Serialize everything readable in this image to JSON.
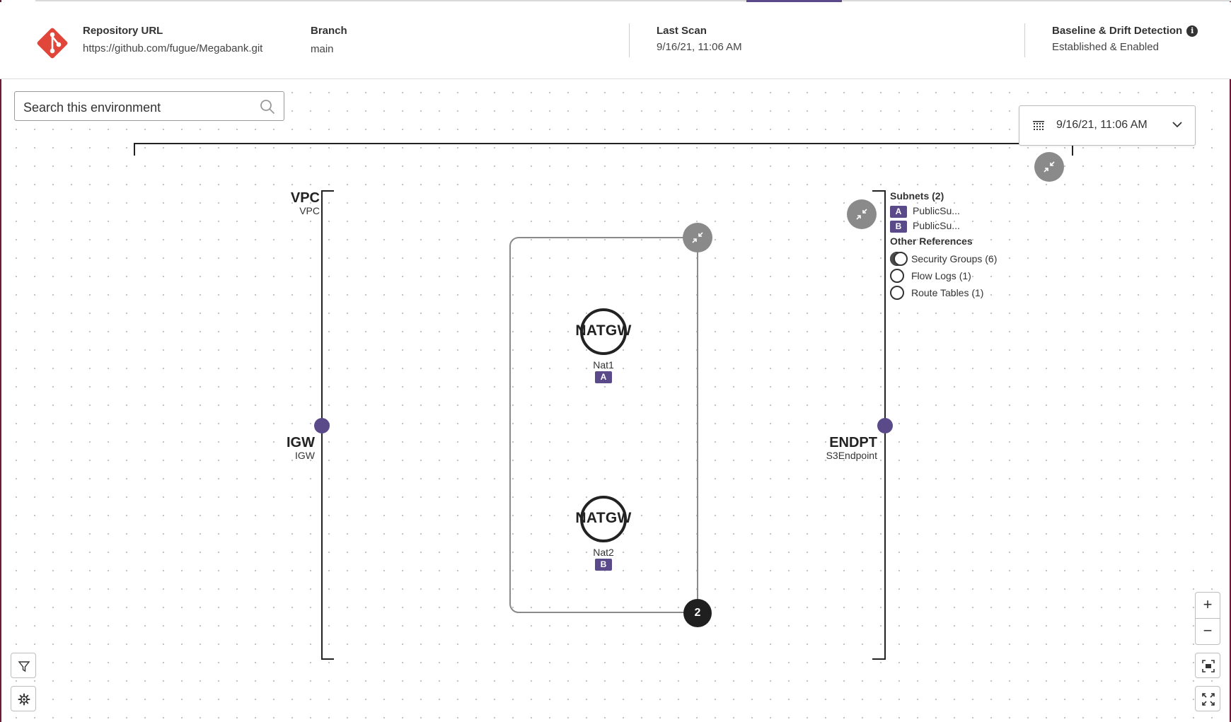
{
  "header": {
    "repository_label": "Repository URL",
    "repository_value": "https://github.com/fugue/Megabank.git",
    "branch_label": "Branch",
    "branch_value": "main",
    "last_scan_label": "Last Scan",
    "last_scan_value": "9/16/21, 11:06 AM",
    "baseline_label": "Baseline & Drift Detection",
    "baseline_value": "Established & Enabled",
    "info_glyph": "i"
  },
  "search": {
    "placeholder": "Search this environment",
    "icon": "search-icon"
  },
  "date_select": {
    "value": "9/16/21, 11:06 AM",
    "icon": "calendar-icon"
  },
  "diagram": {
    "vpc": {
      "type": "VPC",
      "name": "VPC"
    },
    "igw": {
      "type": "IGW",
      "name": "IGW"
    },
    "endpoint": {
      "type": "ENDPT",
      "name": "S3Endpoint"
    },
    "nat_nodes": [
      {
        "type": "NATGW",
        "name": "Nat1",
        "subnet": "A"
      },
      {
        "type": "NATGW",
        "name": "Nat2",
        "subnet": "B"
      }
    ],
    "group_count": "2"
  },
  "side_panel": {
    "subnets_header": "Subnets (2)",
    "subnets": [
      {
        "badge": "A",
        "label": "PublicSu..."
      },
      {
        "badge": "B",
        "label": "PublicSu..."
      }
    ],
    "other_header": "Other References",
    "references": [
      {
        "label": "Security Groups (6)",
        "selected": true
      },
      {
        "label": "Flow Logs (1)",
        "selected": false
      },
      {
        "label": "Route Tables (1)",
        "selected": false
      }
    ]
  },
  "controls": {
    "zoom_in": "+",
    "zoom_out": "−"
  },
  "colors": {
    "accent": "#5b4a8a",
    "git_logo": "#e0463a",
    "frame": "#6b1a3a",
    "node_dot": "#5b4a8a"
  }
}
